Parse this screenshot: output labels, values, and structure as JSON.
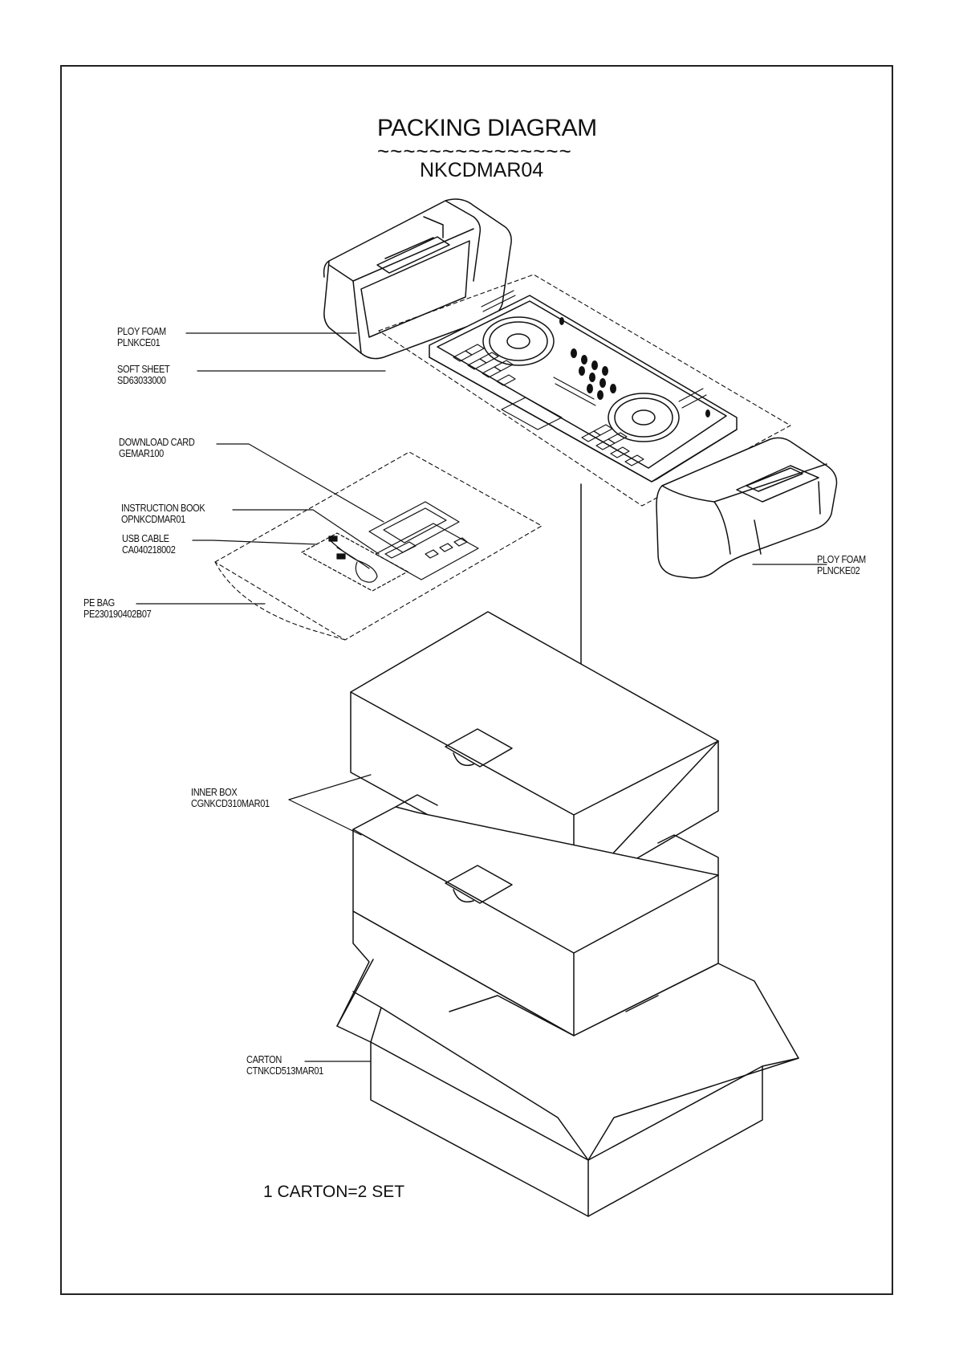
{
  "header": {
    "title": "PACKING DIAGRAM",
    "underline": "~~~~~~~~~~~~~~~",
    "model": "NKCDMAR04"
  },
  "labels": {
    "ploy_foam_1": {
      "name": "PLOY FOAM",
      "code": "PLNKCE01"
    },
    "soft_sheet": {
      "name": "SOFT SHEET",
      "code": "SD63033000"
    },
    "download_card": {
      "name": "DOWNLOAD CARD",
      "code": "GEMAR100"
    },
    "instruction_book": {
      "name": "INSTRUCTION BOOK",
      "code": "OPNKCDMAR01"
    },
    "usb_cable": {
      "name": "USB CABLE",
      "code": "CA040218002"
    },
    "pe_bag": {
      "name": "PE BAG",
      "code": "PE230190402B07"
    },
    "ploy_foam_2": {
      "name": "PLOY FOAM",
      "code": "PLNCKE02"
    },
    "inner_box": {
      "name": "INNER BOX",
      "code": "CGNKCD310MAR01"
    },
    "carton": {
      "name": "CARTON",
      "code": "CTNKCD513MAR01"
    }
  },
  "footer": {
    "note": "1 CARTON=2 SET"
  }
}
